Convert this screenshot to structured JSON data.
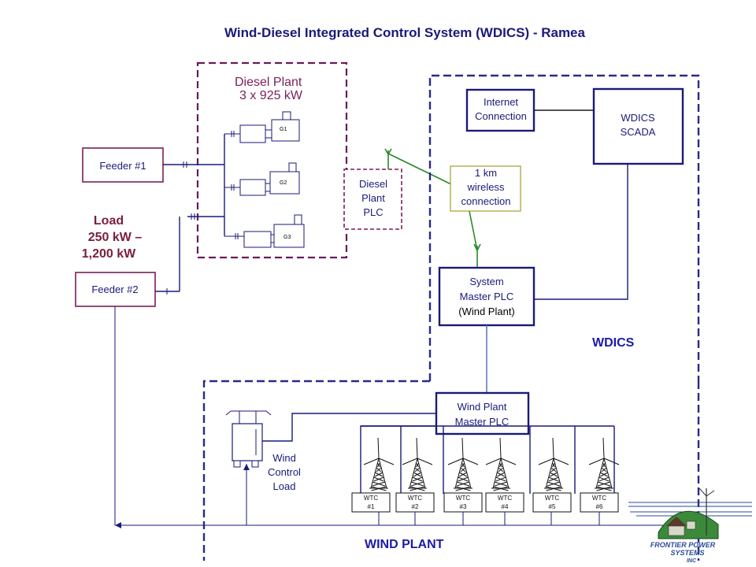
{
  "title": "Wind-Diesel Integrated Control System (WDICS) - Ramea",
  "diesel_plant": {
    "title": "Diesel Plant",
    "capacity": "3 x 925 kW",
    "generators": [
      "G1",
      "G2",
      "G3"
    ],
    "plc": [
      "Diesel",
      "Plant",
      "PLC"
    ]
  },
  "feeders": [
    "Feeder #1",
    "Feeder #2"
  ],
  "load": [
    "Load",
    "250 kW –",
    "1,200 kW"
  ],
  "internet": [
    "Internet",
    "Connection"
  ],
  "scada": [
    "WDICS",
    "SCADA"
  ],
  "wireless": [
    "1 km",
    "wireless",
    "connection"
  ],
  "system_master": [
    "System",
    "Master PLC",
    "(Wind Plant)"
  ],
  "wdics_label": "WDICS",
  "wind_master": [
    "Wind Plant",
    "Master PLC"
  ],
  "wind_control_load": [
    "Wind",
    "Control",
    "Load"
  ],
  "turbines": [
    {
      "name": "WTC",
      "num": "#1"
    },
    {
      "name": "WTC",
      "num": "#2"
    },
    {
      "name": "WTC",
      "num": "#3"
    },
    {
      "name": "WTC",
      "num": "#4"
    },
    {
      "name": "WTC",
      "num": "#5"
    },
    {
      "name": "WTC",
      "num": "#6"
    }
  ],
  "wind_plant_label": "WIND PLANT",
  "logo": {
    "lines": [
      "FRONTIER POWER",
      "SYSTEMS",
      "INC"
    ]
  },
  "colors": {
    "navy": "#1a1a7a",
    "purple": "#7a1f5a",
    "green": "#2a8a2a",
    "olive": "#a8a83a",
    "label_red": "#7a1f3a"
  }
}
